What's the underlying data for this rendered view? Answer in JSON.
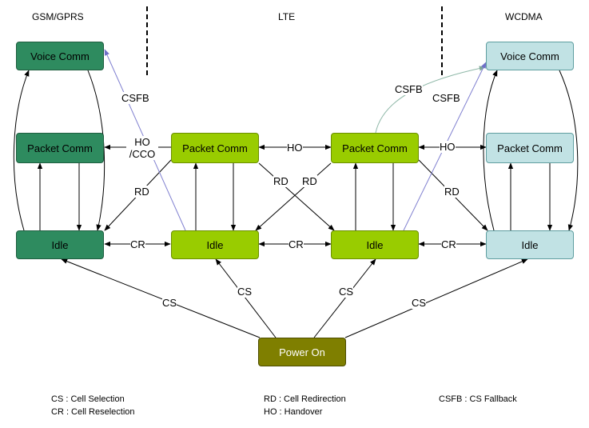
{
  "columns": {
    "gsm": "GSM/GPRS",
    "lte": "LTE",
    "wcdma": "WCDMA"
  },
  "states": {
    "gsm_voice": "Voice Comm",
    "gsm_packet": "Packet Comm",
    "gsm_idle": "Idle",
    "lte1_packet": "Packet Comm",
    "lte1_idle": "Idle",
    "lte2_packet": "Packet Comm",
    "lte2_idle": "Idle",
    "wcdma_voice": "Voice Comm",
    "wcdma_packet": "Packet Comm",
    "wcdma_idle": "Idle",
    "power_on": "Power On"
  },
  "transitions": {
    "ho_cco": "HO\n/CCO",
    "ho_lte": "HO",
    "ho_wcdma": "HO",
    "cr_gsm_lte": "CR",
    "cr_lte_lte": "CR",
    "cr_lte_wcdma": "CR",
    "rd_gsm": "RD",
    "rd_cross_1": "RD",
    "rd_cross_2": "RD",
    "rd_wcdma": "RD",
    "csfb_gsm": "CSFB",
    "csfb_wcdma_1": "CSFB",
    "csfb_wcdma_2": "CSFB",
    "cs_gsm": "CS",
    "cs_lte1": "CS",
    "cs_lte2": "CS",
    "cs_wcdma": "CS"
  },
  "legend": {
    "cs": "CS : Cell Selection",
    "cr": "CR : Cell Reselection",
    "rd": "RD : Cell Redirection",
    "ho": "HO : Handover",
    "csfb": "CSFB : CS Fallback"
  },
  "colors": {
    "gsm": "#2e8b5f",
    "lte": "#99cc00",
    "wcdma": "#c1e2e4",
    "power_on": "#7f7f00",
    "csfb_line": "#8080d0",
    "csfb_line_gray": "#8fb8a8"
  }
}
